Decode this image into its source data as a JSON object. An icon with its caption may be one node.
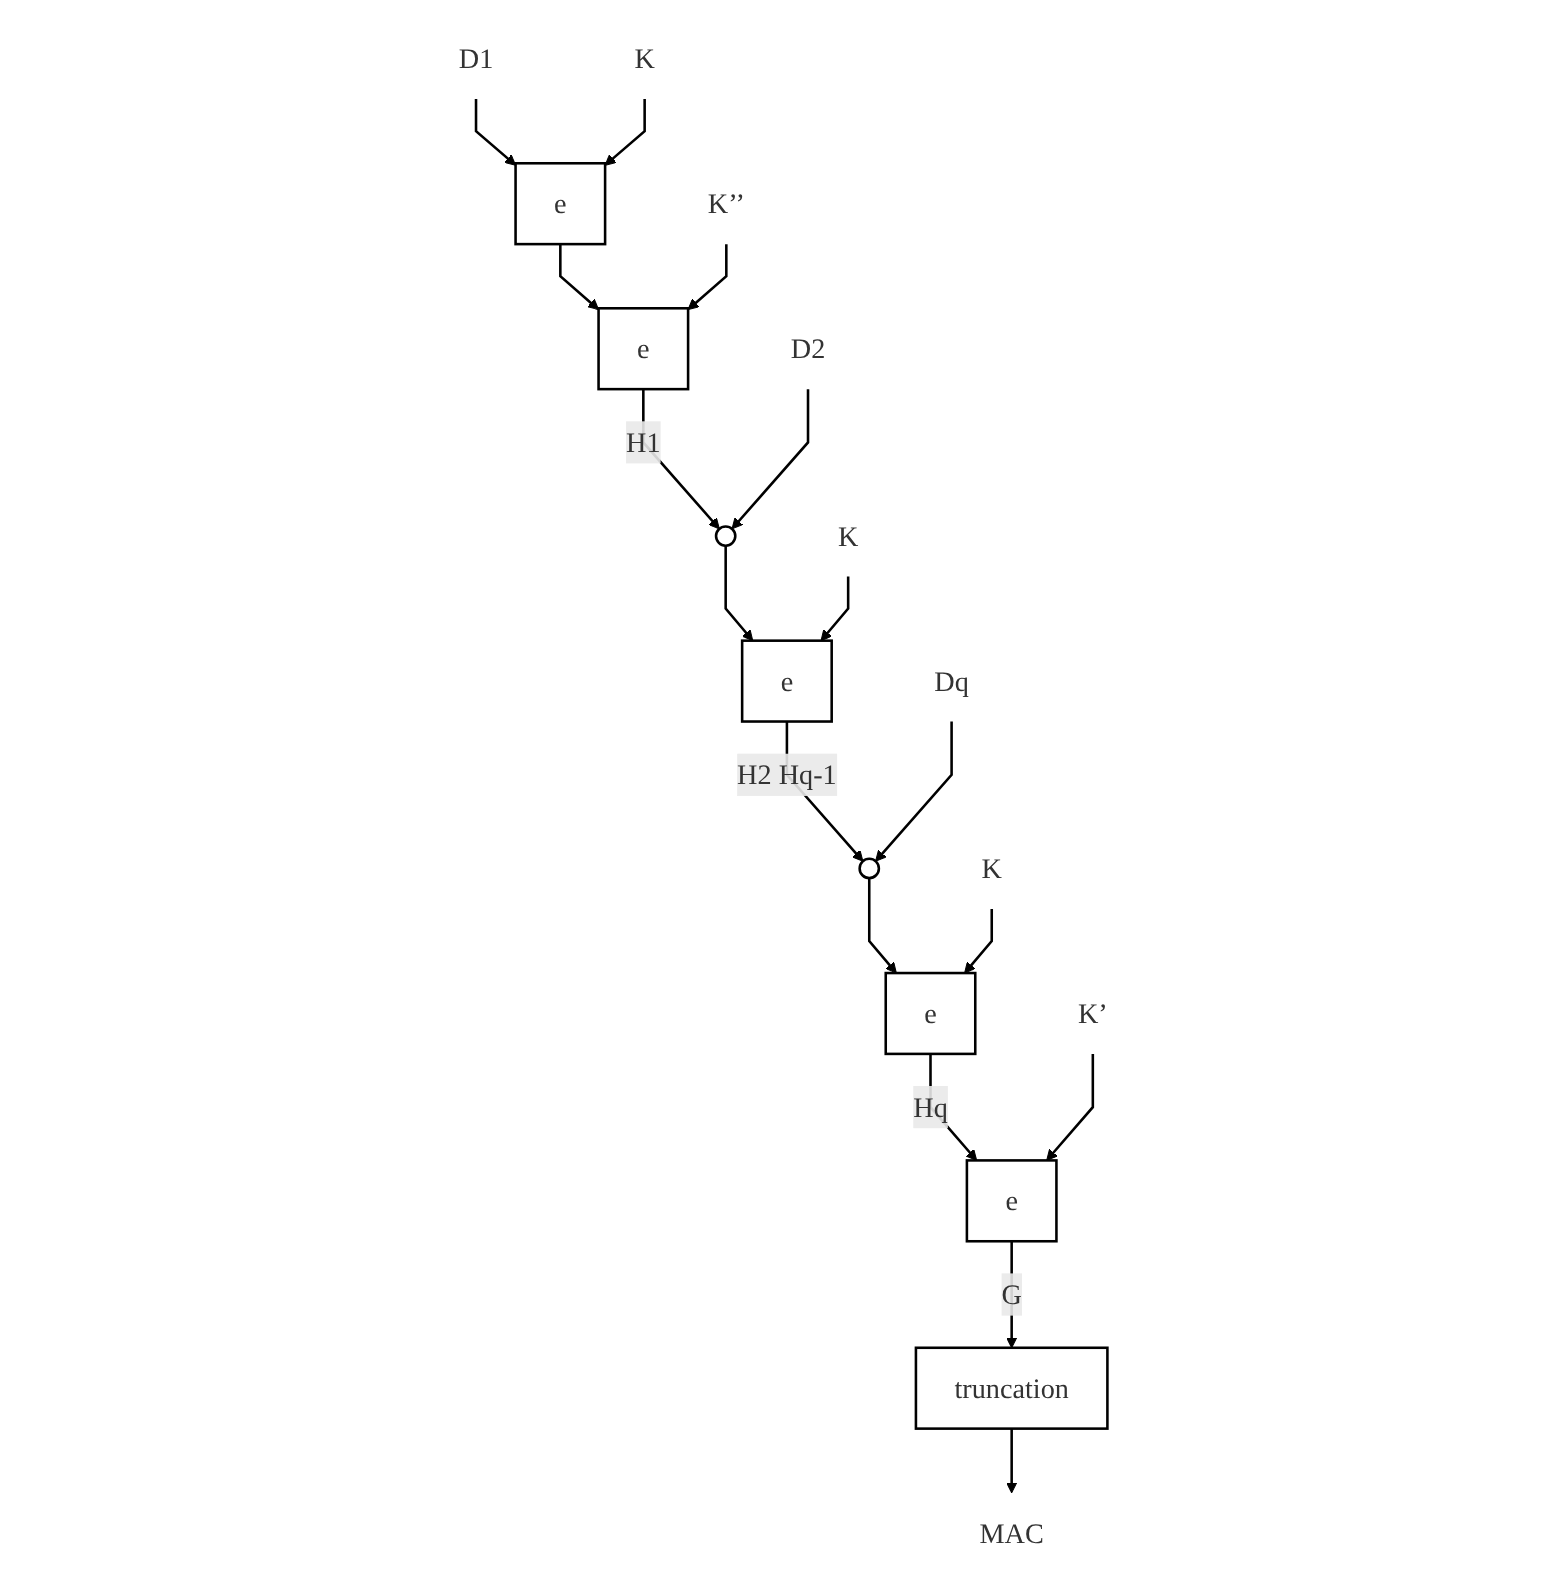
{
  "diagram": {
    "nodes": [
      {
        "text": [
          "D1"
        ]
      },
      {
        "text": [
          "K"
        ]
      },
      {
        "text": [
          "e"
        ]
      },
      {
        "text": [
          "K’’"
        ]
      },
      {
        "text": [
          "e"
        ]
      },
      {
        "text": [
          "D2"
        ]
      },
      {
        "text": [],
        "shape": "circle"
      },
      {
        "text": [
          "K"
        ]
      },
      {
        "text": [
          "e"
        ]
      },
      {
        "text": [
          "Dq"
        ]
      },
      {
        "text": [],
        "shape": "circle"
      },
      {
        "text": [
          "K"
        ]
      },
      {
        "text": [
          "e"
        ]
      },
      {
        "text": [
          "K’"
        ]
      },
      {
        "text": [
          "e"
        ]
      },
      {
        "text": [
          "truncation"
        ]
      },
      {
        "text": [
          "MAC"
        ]
      }
    ],
    "edges": [
      {
        "from": 0,
        "to": 2,
        "arrow": "to"
      },
      {
        "from": 1,
        "to": 2,
        "arrow": "to"
      },
      {
        "from": 2,
        "to": 4,
        "arrow": "to"
      },
      {
        "from": 3,
        "to": 4,
        "arrow": "to"
      },
      {
        "from": 4,
        "to": 6,
        "label": "H1",
        "arrow": "to"
      },
      {
        "from": 5,
        "to": 6,
        "arrow": "to"
      },
      {
        "from": 6,
        "to": 8,
        "arrow": "to"
      },
      {
        "from": 7,
        "to": 8,
        "arrow": "to"
      },
      {
        "from": 8,
        "to": 10,
        "label": "H2 Hq-1",
        "arrow": "to"
      },
      {
        "from": 9,
        "to": 10,
        "arrow": "to"
      },
      {
        "from": 10,
        "to": 12,
        "arrow": "to"
      },
      {
        "from": 11,
        "to": 12,
        "arrow": "to"
      },
      {
        "from": 12,
        "to": 14,
        "label": "Hq",
        "arrow": "to"
      },
      {
        "from": 13,
        "to": 14,
        "arrow": "to"
      },
      {
        "from": 14,
        "to": 15,
        "label": "G",
        "arrow": "to"
      },
      {
        "from": 15,
        "to": 16,
        "arrow": "to"
      }
    ]
  }
}
